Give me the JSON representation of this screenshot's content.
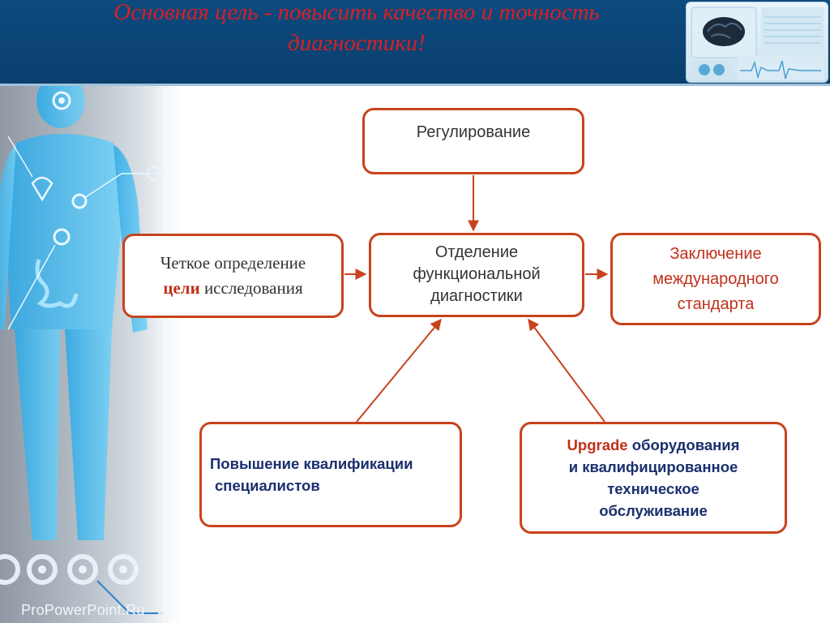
{
  "header": {
    "title_line1": "Основная цель -  повысить качество и точность",
    "title_line2": "диагностики!"
  },
  "watermark": "ProPowerPoint.Ru",
  "diagram": {
    "regulation": "Регулирование",
    "center": [
      "Отделение",
      "функциональной",
      "диагностики"
    ],
    "left": {
      "line1": "Четкое определение",
      "line2_accent": "цели",
      "line2_rest": " исследования"
    },
    "right": [
      "Заключение",
      "международного",
      "стандарта"
    ],
    "bottom_left": [
      "Повышение квалификации",
      "специалистов"
    ],
    "bottom_right": {
      "line1_accent": "Upgrade",
      "line1_rest": " оборудования",
      "line2": "и квалифицированное",
      "line3": "техническое",
      "line4": "обслуживание"
    }
  },
  "colors": {
    "header_bg": "#0d4a7e",
    "title": "#d81f26",
    "box_border": "#c8431d",
    "arrow": "#c8431d",
    "navy_text": "#1a2f6e"
  }
}
